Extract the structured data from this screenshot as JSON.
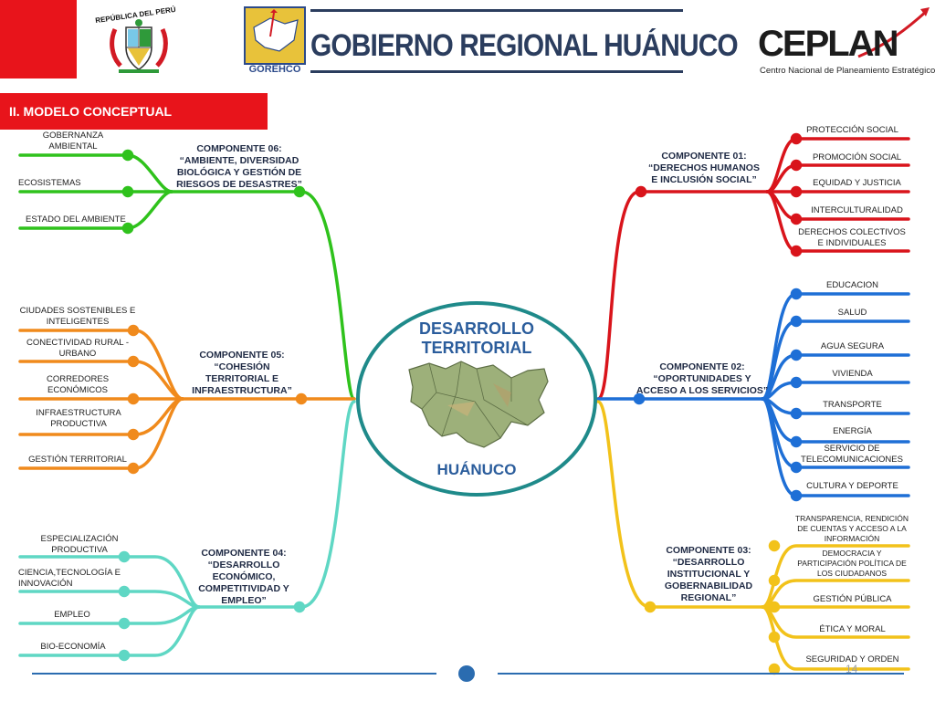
{
  "header": {
    "peru_label": "REPÚBLICA DEL PERÚ",
    "gorehco_label": "GOREHCO",
    "gobierno_title": "GOBIERNO REGIONAL HUÁNUCO",
    "ceplan_name": "CEPLAN",
    "ceplan_subtitle": "Centro Nacional de Planeamiento Estratégico"
  },
  "section_title": "II. MODELO CONCEPTUAL",
  "center": {
    "title_line1": "DESARROLLO",
    "title_line2": "TERRITORIAL",
    "bottom": "HUÁNUCO"
  },
  "components": {
    "c01": {
      "lines": [
        "COMPONENTE 01:",
        "“DERECHOS HUMANOS",
        "E INCLUSIÓN SOCIAL”"
      ],
      "color": "#d9141b",
      "items": [
        "PROTECCIÓN SOCIAL",
        "PROMOCIÓN SOCIAL",
        "EQUIDAD Y JUSTICIA",
        "INTERCULTURALIDAD",
        "DERECHOS COLECTIVOS E INDIVIDUALES"
      ]
    },
    "c02": {
      "lines": [
        "COMPONENTE 02:",
        "“OPORTUNIDADES Y",
        "ACCESO A LOS SERVICIOS”"
      ],
      "color": "#1e6fd6",
      "items": [
        "EDUCACION",
        "SALUD",
        "AGUA SEGURA",
        "VIVIENDA",
        "TRANSPORTE",
        "ENERGÍA",
        "SERVICIO DE TELECOMUNICACIONES",
        "CULTURA Y DEPORTE"
      ]
    },
    "c03": {
      "lines": [
        "COMPONENTE 03:",
        "“DESARROLLO",
        "INSTITUCIONAL Y",
        "GOBERNABILIDAD",
        "REGIONAL”"
      ],
      "color": "#f2c21a",
      "items": [
        "TRANSPARENCIA, RENDICIÓN DE CUENTAS Y ACCESO A LA INFORMACIÓN",
        "DEMOCRACIA Y PARTICIPACIÓN POLÍTICA DE LOS CIUDADANOS",
        "GESTIÓN PÚBLICA",
        "ÉTICA Y MORAL",
        "SEGURIDAD Y ORDEN"
      ]
    },
    "c04": {
      "lines": [
        "COMPONENTE 04:",
        "“DESARROLLO",
        "ECONÓMICO,",
        "COMPETITIVIDAD Y",
        "EMPLEO”"
      ],
      "color": "#5fd7c4",
      "items": [
        "ESPECIALIZACIÓN PRODUCTIVA",
        "CIENCIA,TECNOLOGÍA E INNOVACIÓN",
        "EMPLEO",
        "BIO-ECONOMÍA"
      ]
    },
    "c05": {
      "lines": [
        "COMPONENTE 05:",
        "“COHESIÓN",
        "TERRITORIAL E",
        "INFRAESTRUCTURA”"
      ],
      "color": "#f08a1c",
      "items": [
        "CIUDADES SOSTENIBLES E INTELIGENTES",
        "CONECTIVIDAD RURAL - URBANO",
        "CORREDORES ECONÓMICOS",
        "INFRAESTRUCTURA PRODUCTIVA",
        "GESTIÓN TERRITORIAL"
      ]
    },
    "c06": {
      "lines": [
        "COMPONENTE 06:",
        "“AMBIENTE, DIVERSIDAD",
        "BIOLÓGICA Y GESTIÓN DE",
        "RIESGOS DE DESASTRES”"
      ],
      "color": "#2fc21c",
      "items": [
        "GOBERNANZA AMBIENTAL",
        "ECOSISTEMAS",
        "ESTADO DEL AMBIENTE"
      ]
    }
  },
  "colors": {
    "header_red": "#e8141b",
    "navy": "#2b3d5e",
    "center_ring": "#1f8a8a",
    "center_text": "#2b5d9c"
  },
  "page_number": "14"
}
